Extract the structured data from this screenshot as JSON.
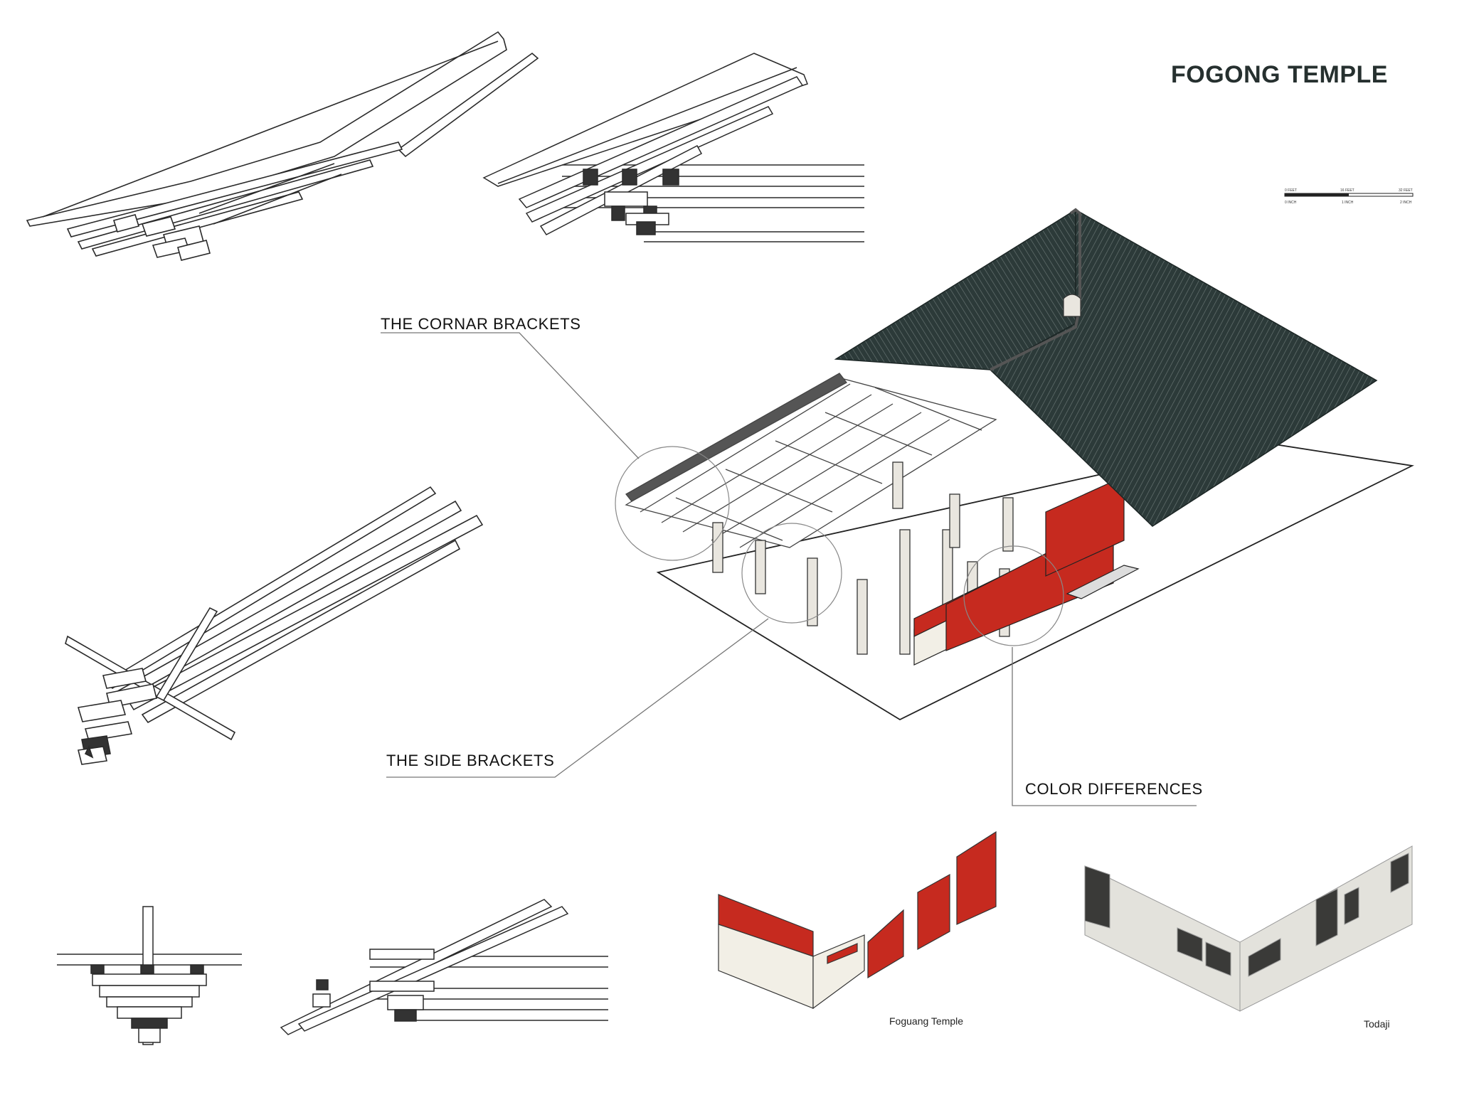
{
  "title": "FOGONG TEMPLE",
  "scale_bar": {
    "feet": [
      "0 FEET",
      "16 FEET",
      "32 FEET"
    ],
    "inch": [
      "0 INCH",
      "1 INCH",
      "2 INCH"
    ]
  },
  "callouts": {
    "corner": "THE CORNAR BRACKETS",
    "side": "THE SIDE BRACKETS",
    "color": "COLOR DIFFERENCES"
  },
  "captions": {
    "left": "Foguang Temple",
    "right": "Todaji"
  },
  "colors": {
    "roof": "#2c3a39",
    "wall_red": "#c62a1f",
    "plaster": "#f2efe6",
    "todaji_panel": "#e3e2dc",
    "todaji_dark": "#3a3a38",
    "line": "#2a2a2a"
  }
}
